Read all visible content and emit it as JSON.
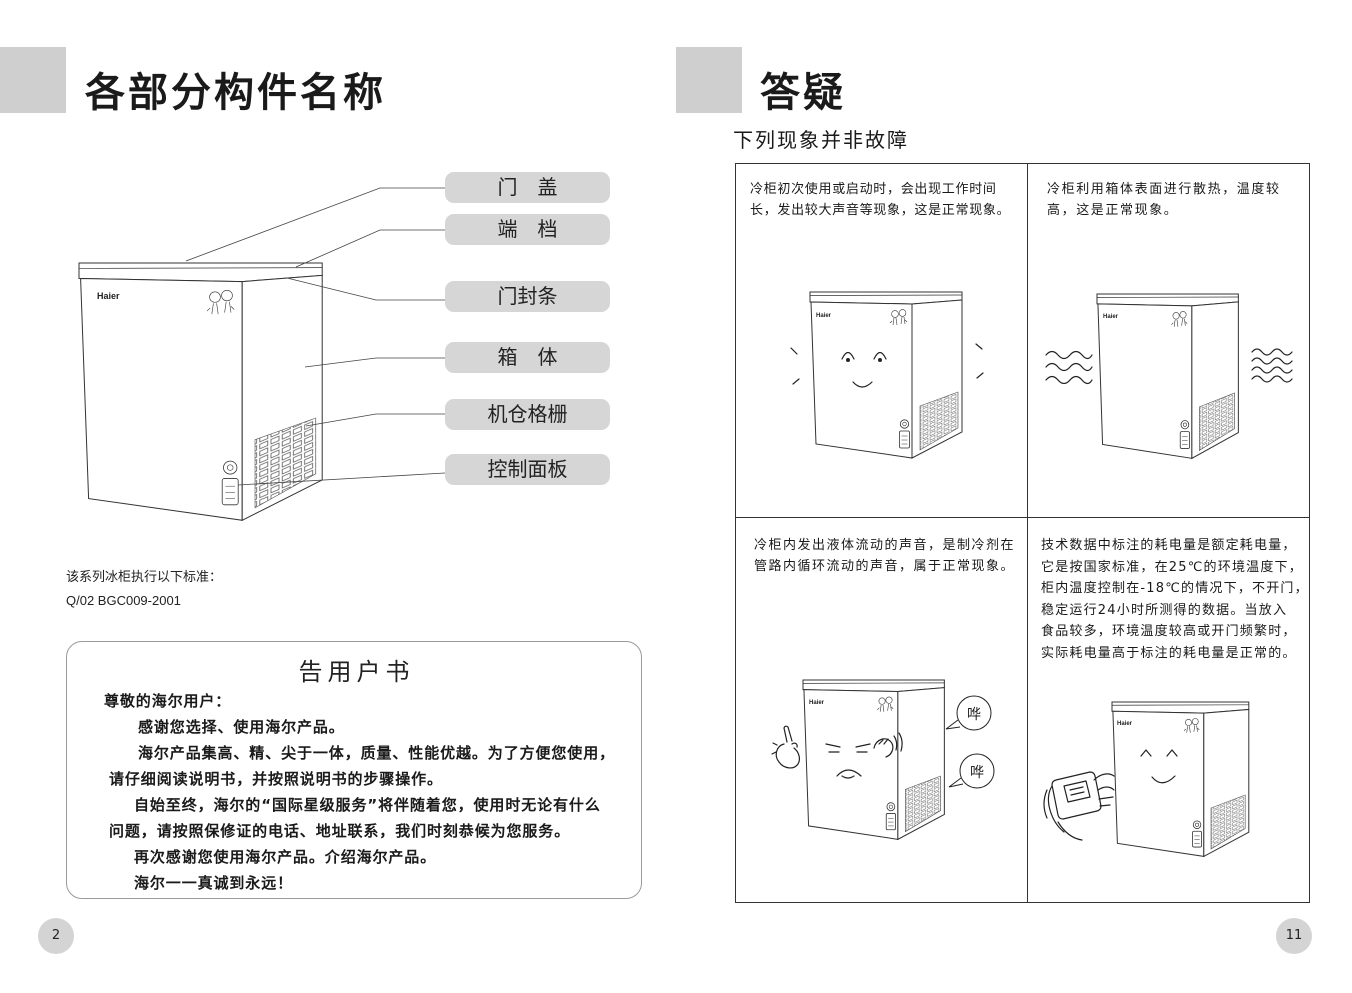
{
  "brand_label": "Haier",
  "left_page": {
    "title": "各部分构件名称",
    "parts": [
      "门　盖",
      "端　档",
      "门封条",
      "箱　体",
      "机仓格栅",
      "控制面板"
    ],
    "standard_intro": "该系列冰柜执行以下标准：",
    "standard_code": "Q/02 BGC009-2001",
    "notice": {
      "title": "告用户书",
      "greeting": "尊敬的海尔用户：",
      "lines": [
        "感谢您选择、使用海尔产品。",
        "海尔产品集高、精、尖于一体，质量、性能优越。为了方便您使用，",
        "请仔细阅读说明书，并按照说明书的步骤操作。",
        "自始至终，海尔的“国际星级服务”将伴随着您，使用时无论有什么",
        "问题，请按照保修证的电话、地址联系，我们时刻恭候为您服务。",
        "再次感谢您使用海尔产品。介绍海尔产品。",
        "海尔一一真诚到永远！"
      ]
    },
    "page_number": "2"
  },
  "right_page": {
    "title": "答疑",
    "subtitle": "下列现象并非故障",
    "cells": [
      {
        "lines": [
          "冷柜初次使用或启动时，会出现工作时间",
          "长，发出较大声音等现象，这是正常现象。"
        ]
      },
      {
        "lines": [
          "冷柜利用箱体表面进行散热，温度较",
          "高，这是正常现象。"
        ]
      },
      {
        "lines": [
          "冷柜内发出液体流动的声音，是制冷剂在",
          "管路内循环流动的声音，属于正常现象。"
        ],
        "bubbles": [
          "哗",
          "哗"
        ]
      },
      {
        "lines": [
          "技术数据中标注的耗电量是额定耗电量，",
          "它是按国家标准，在25℃的环境温度下，",
          "柜内温度控制在-18℃的情况下，不开门，",
          "稳定运行24小时所测得的数据。当放入",
          "食品较多，环境温度较高或开门频繁时，",
          "实际耗电量高于标注的耗电量是正常的。"
        ]
      }
    ],
    "page_number": "11"
  },
  "colors": {
    "gray_block": "#cfcfcf",
    "pill": "#d6d6d6",
    "page_number_circle": "#d4d4d4"
  }
}
